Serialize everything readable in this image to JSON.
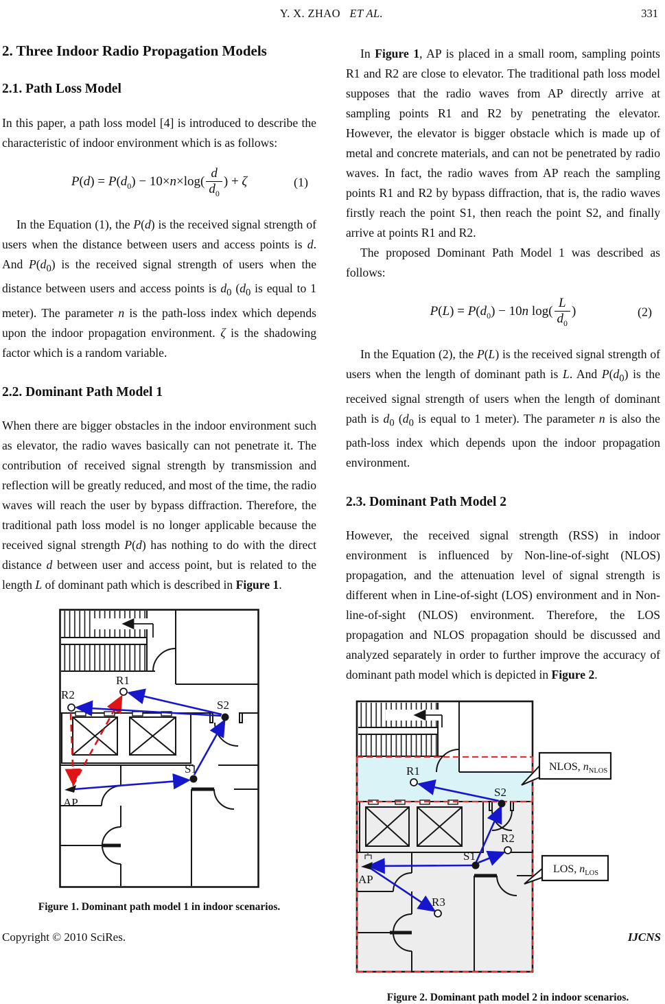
{
  "header": {
    "author": "Y. X. ZHAO",
    "etal": "ET  AL.",
    "page_number": "331"
  },
  "footer": {
    "copyright": "Copyright © 2010 SciRes.",
    "journal": "IJCNS"
  },
  "colors": {
    "path_blue": "#1616cc",
    "direct_red": "#e01414",
    "nlos_fill": "#d9f3f6",
    "los_fill": "#ededed"
  },
  "content": {
    "section_title": "2. Three Indoor Radio Propagation Models",
    "sub1_title": "2.1. Path Loss Model",
    "p1_html": "In this paper, a path loss model [4] is introduced to describe the characteristic of indoor environment which is as follows:",
    "eq1_html": "<i>P</i>(<i>d</i>) = <i>P</i>(<i>d</i><sub>0</sub>) − 10×<i>n</i>×log(<span class='fr'><span class='fn'><i>d</i></span><span class='fd'><i>d</i><sub>0</sub></span></span>) + <i>ζ</i>",
    "eq1_no": "(1)",
    "p2_html": "In the Equation (1), the <i>P</i>(<i>d</i>) is the received signal strength of users when the distance between users and access points is <i>d</i>. And <i>P</i>(<i>d</i><sub>0</sub>) is the received signal strength of users when the distance between users and access points is <i>d</i><sub>0</sub> (<i>d</i><sub>0</sub> is equal to 1 meter). The parameter <i>n</i> is the path-loss index which depends upon the indoor propagation environment. <i>ζ</i> is the shadowing factor which is a random variable.",
    "sub2_title": "2.2. Dominant Path Model 1",
    "p3_html": "When there are bigger obstacles in the indoor environment such as elevator, the radio waves basically can not penetrate it. The contribution of received signal strength by transmission and reflection will be greatly reduced, and most of the time, the radio waves will reach the user by bypass diffraction. Therefore, the traditional path loss model is no longer applicable because the received signal strength <i>P</i>(<i>d</i>) has nothing to do with the direct distance <i>d</i> between user and access point, but is related to the length <i>L</i> of dominant path which is described in <b>Figure 1</b>.",
    "p4_html": "In <b>Figure 1</b>, AP is placed in a small room, sampling points R1 and R2 are close to elevator. The traditional path loss model supposes that the radio waves from AP directly arrive at sampling points R1 and R2 by penetrating the elevator. However, the elevator is bigger obstacle which is made up of metal and concrete materials, and can not be penetrated by radio waves. In fact, the radio waves from AP reach the sampling points R1 and R2 by bypass diffraction, that is, the radio waves firstly reach the point S1, then reach the point S2, and finally arrive at points R1 and R2.",
    "p5_html": "The proposed Dominant Path Model 1 was described as follows:",
    "eq2_html": "<i>P</i>(<i>L</i>) = <i>P</i>(<i>d</i><sub>0</sub>) − 10<i>n</i> log(<span class='fr'><span class='fn'><i>L</i></span><span class='fd'><i>d</i><sub>0</sub></span></span>)",
    "eq2_no": "(2)",
    "p6_html": "In the Equation (2), the <i>P</i>(<i>L</i>) is the received signal strength of users when the length of dominant path is <i>L</i>. And <i>P</i>(<i>d</i><sub>0</sub>) is the received signal strength of users when the length of dominant path is <i>d</i><sub>0</sub> (<i>d</i><sub>0</sub> is equal to 1 meter). The parameter <i>n</i> is also the path-loss index which depends upon the indoor propagation environment.",
    "sub3_title": "2.3. Dominant Path Model 2",
    "p7_html": "However, the received signal strength (RSS) in indoor environment is influenced by Non-line-of-sight (NLOS) propagation, and the attenuation level of signal strength is different when in Line-of-sight (LOS) environment and in Non-line-of-sight (NLOS) environment. Therefore, the LOS propagation and NLOS propagation should be discussed and analyzed separately in order to further improve the accuracy of dominant path model which is depicted in <b>Figure 2</b>."
  },
  "fig1": {
    "caption": "Figure 1. Dominant path model 1 in indoor scenarios.",
    "labels": {
      "R1": "R1",
      "R2": "R2",
      "S1": "S1",
      "S2": "S2",
      "AP": "AP"
    }
  },
  "fig2": {
    "caption": "Figure 2. Dominant path model 2 in indoor scenarios.",
    "labels": {
      "R1": "R1",
      "R2": "R2",
      "R3": "R3",
      "S1": "S1",
      "S2": "S2",
      "AP": "AP"
    },
    "callouts": {
      "nlos_prefix": "NLOS, ",
      "nlos_var": "n",
      "nlos_sub": "NLOS",
      "los_prefix": "LOS, ",
      "los_var": "n",
      "los_sub": "LOS"
    }
  }
}
